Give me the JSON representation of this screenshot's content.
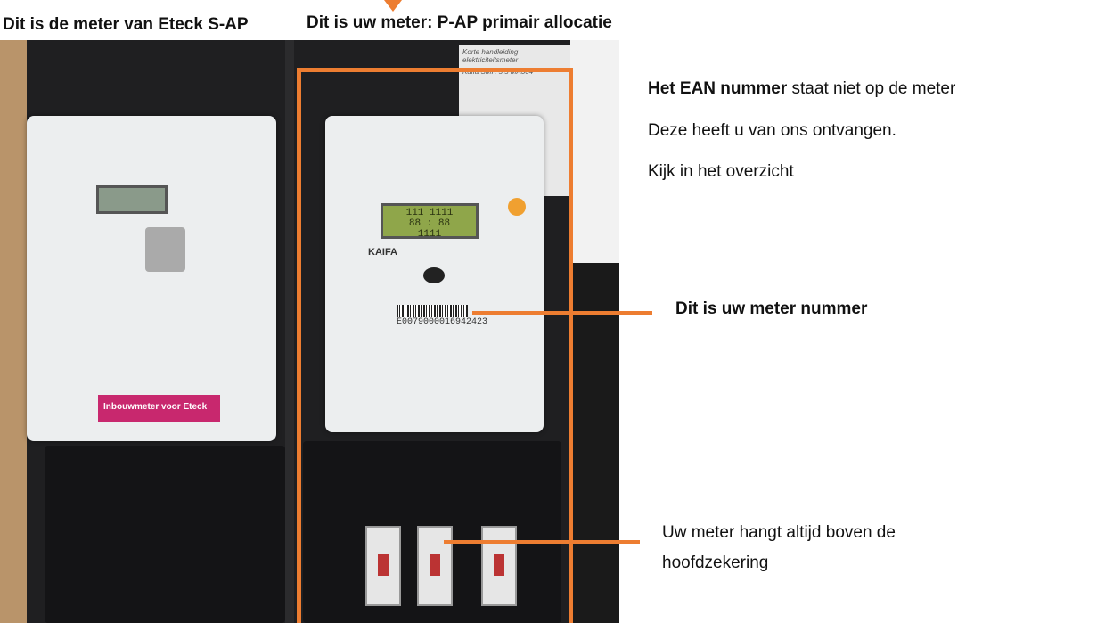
{
  "labels": {
    "left_meter": "Dit is de meter van Eteck S-AP",
    "your_meter": "Dit is uw meter: P-AP primair allocatie",
    "meter_number": "Dit is uw meter nummer",
    "fuse_line1": "Uw meter hangt altijd boven de",
    "fuse_line2": "hoofdzekering"
  },
  "info": {
    "ean_bold": "Het EAN nummer",
    "ean_rest": " staat niet op de meter",
    "line2": "Deze heeft u van ons ontvangen.",
    "line3": "Kijk in het overzicht"
  },
  "photo": {
    "left_meter_sticker": "Inbouwmeter voor Eteck",
    "right_meter_brand": "KAIFA",
    "right_meter_serial": "E0079000016942423",
    "manual_title": "Korte handleiding elektriciteitsmeter",
    "manual_subtitle": "Kaifa SMR 5.5 MA304"
  },
  "colors": {
    "accent": "#ed7d31"
  }
}
